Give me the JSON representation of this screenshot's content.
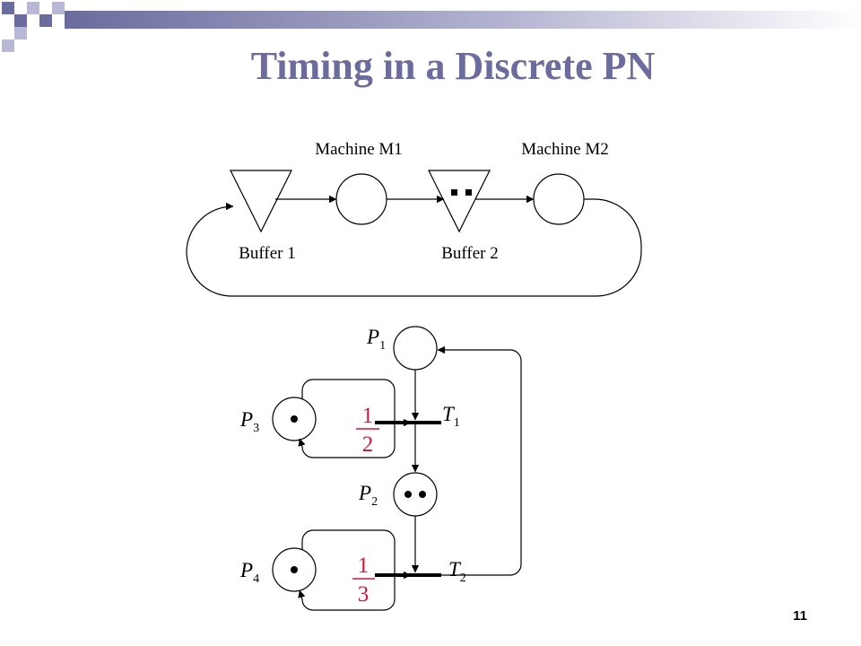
{
  "title": "Timing in a Discrete PN",
  "page_number": "11",
  "colors": {
    "title": "#6b6b9e",
    "accent_fraction": "#c8193c",
    "decor_dark": "#6b6b9e",
    "decor_light": "#b8b8d6"
  },
  "factory_diagram": {
    "machine_labels": [
      "Machine M1",
      "Machine M2"
    ],
    "buffer_labels": [
      "Buffer 1",
      "Buffer 2"
    ],
    "buffer2_tokens": 2
  },
  "petri_net": {
    "places": [
      {
        "id": "P1",
        "letter": "P",
        "sub": "1",
        "tokens": 0
      },
      {
        "id": "P2",
        "letter": "P",
        "sub": "2",
        "tokens": 2
      },
      {
        "id": "P3",
        "letter": "P",
        "sub": "3",
        "tokens": 1
      },
      {
        "id": "P4",
        "letter": "P",
        "sub": "4",
        "tokens": 1
      }
    ],
    "transitions": [
      {
        "id": "T1",
        "letter": "T",
        "sub": "1",
        "prob_num": "1",
        "prob_den": "2"
      },
      {
        "id": "T2",
        "letter": "T",
        "sub": "2",
        "prob_num": "1",
        "prob_den": "3"
      }
    ]
  }
}
